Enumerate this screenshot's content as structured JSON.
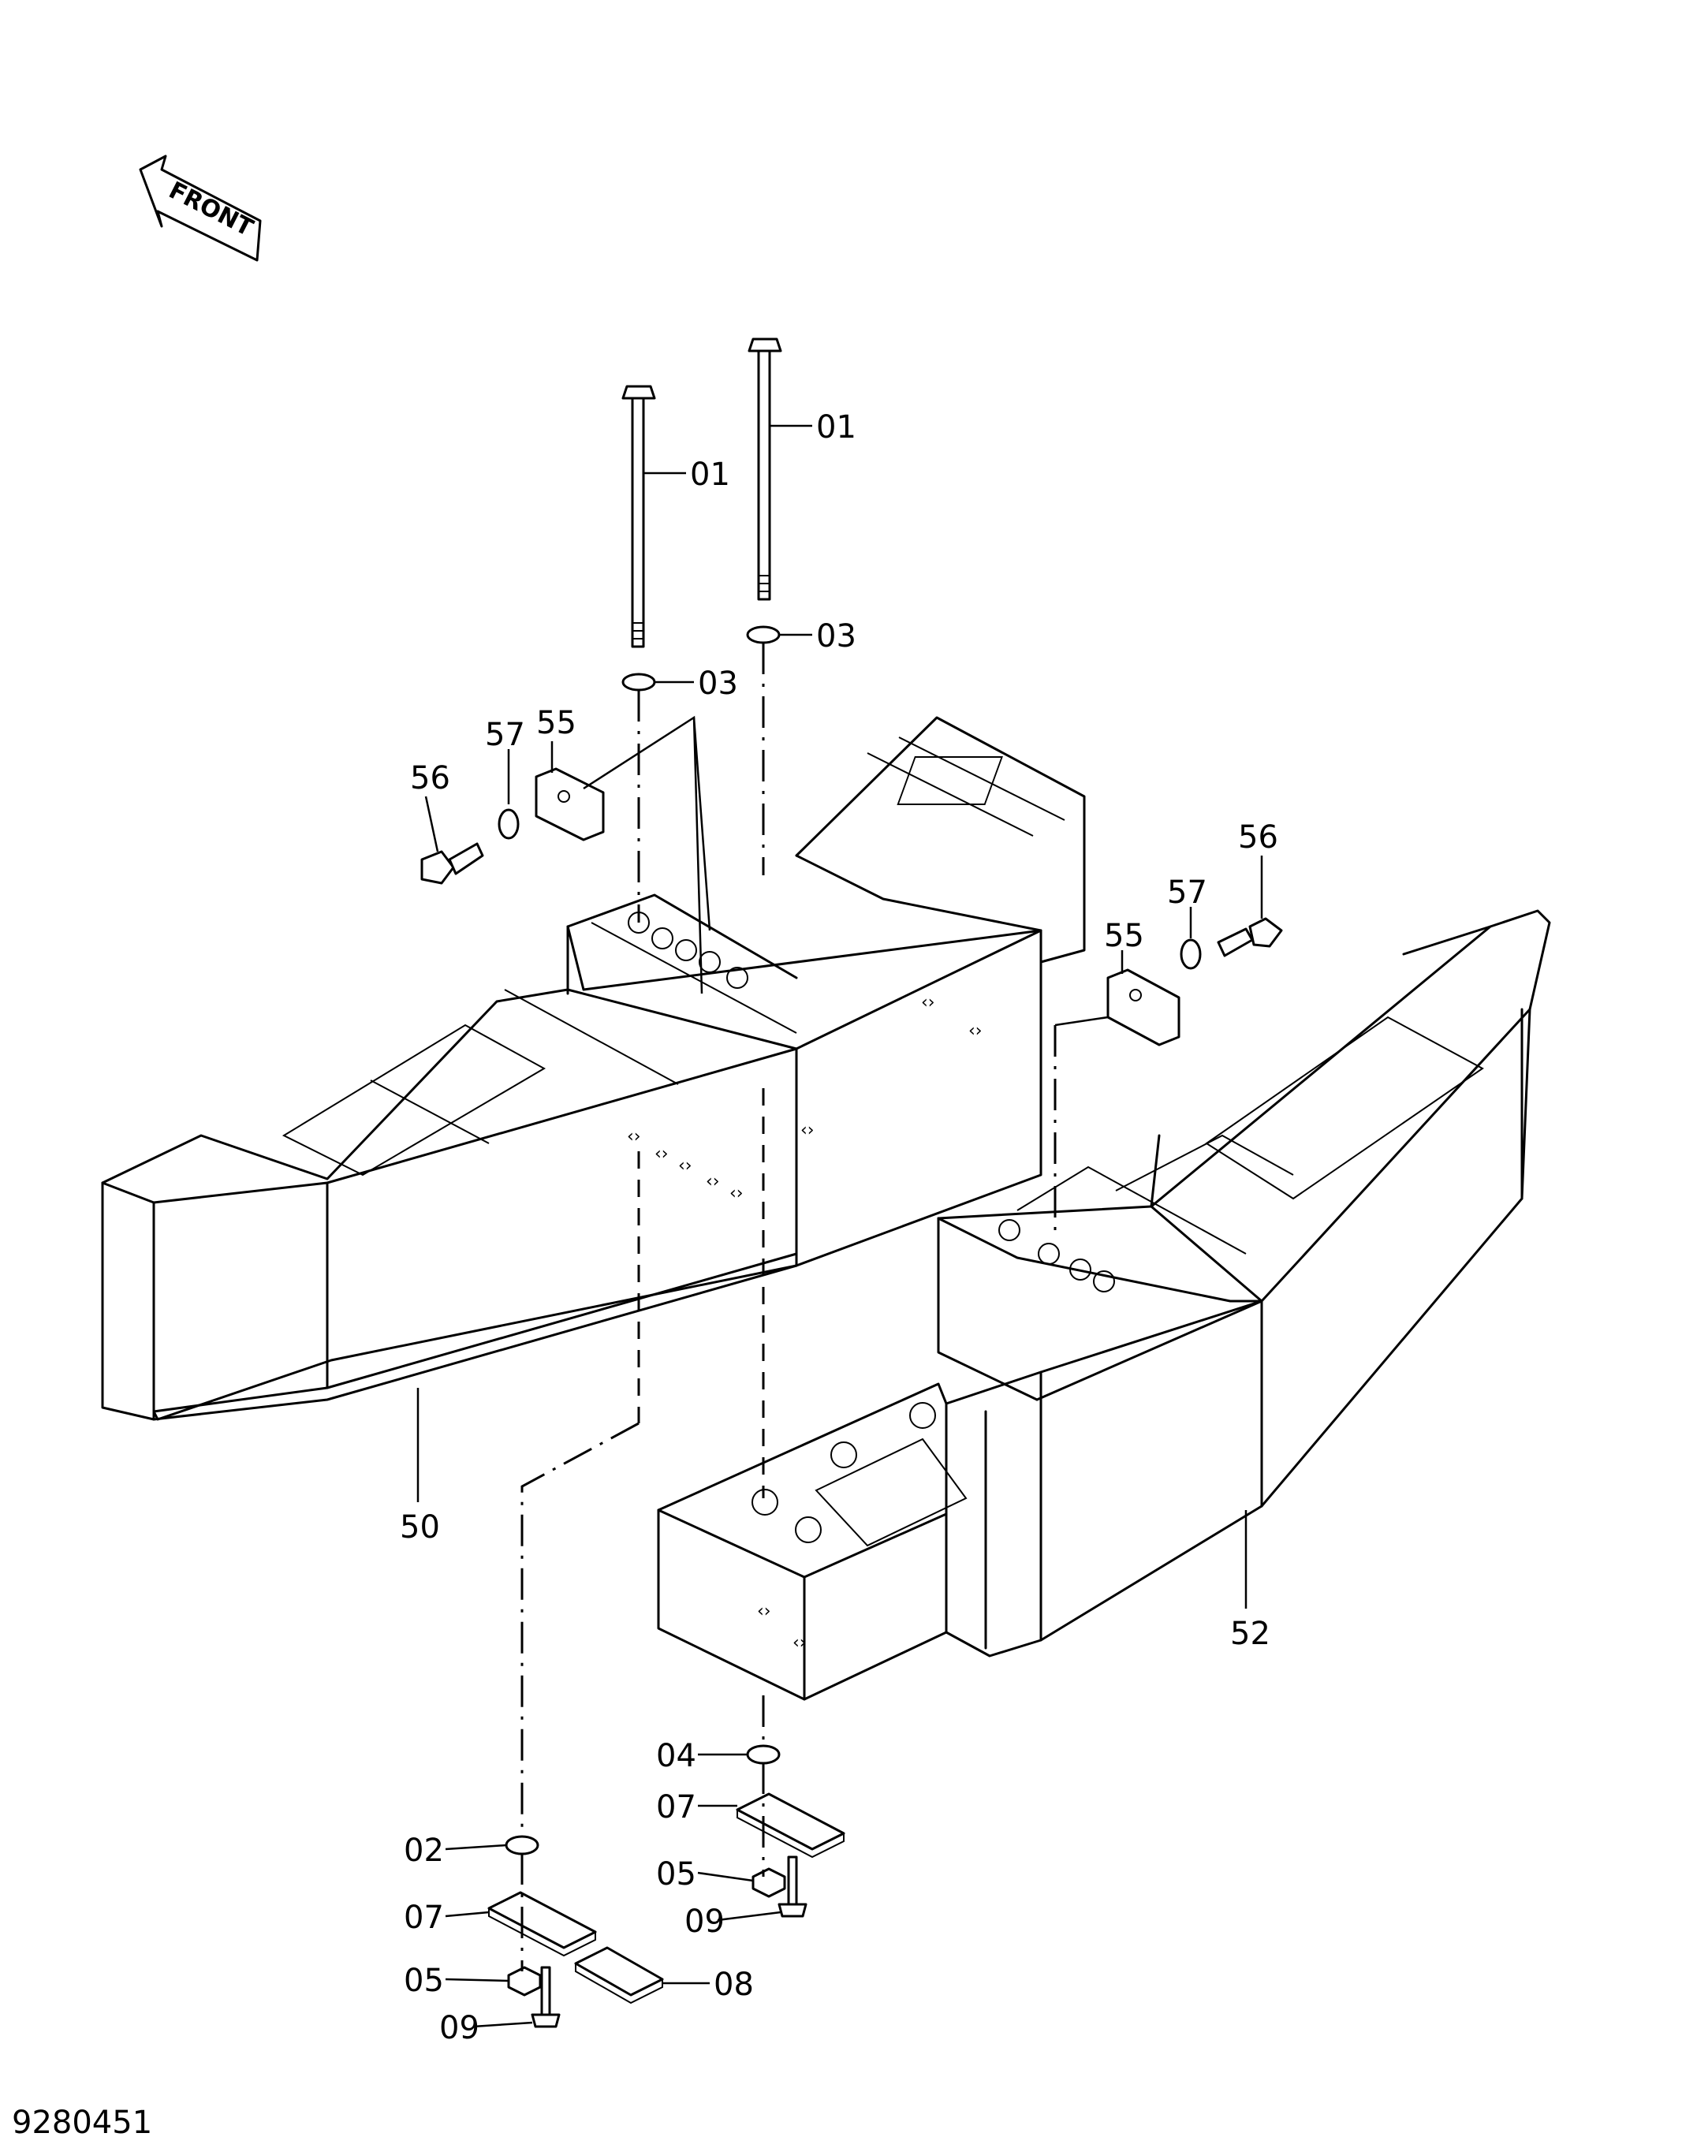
{
  "drawing_number": "9280451",
  "front_indicator": {
    "text": "FRONT",
    "icon": "front-arrow-icon"
  },
  "callouts": [
    {
      "id": "c01a",
      "text": "01"
    },
    {
      "id": "c01b",
      "text": "01"
    },
    {
      "id": "c03a",
      "text": "03"
    },
    {
      "id": "c03b",
      "text": "03"
    },
    {
      "id": "c55a",
      "text": "55"
    },
    {
      "id": "c57a",
      "text": "57"
    },
    {
      "id": "c56a",
      "text": "56"
    },
    {
      "id": "c55b",
      "text": "55"
    },
    {
      "id": "c57b",
      "text": "57"
    },
    {
      "id": "c56b",
      "text": "56"
    },
    {
      "id": "c50",
      "text": "50"
    },
    {
      "id": "c52",
      "text": "52"
    },
    {
      "id": "c04",
      "text": "04"
    },
    {
      "id": "c07a",
      "text": "07"
    },
    {
      "id": "c05a",
      "text": "05"
    },
    {
      "id": "c09a",
      "text": "09"
    },
    {
      "id": "c02",
      "text": "02"
    },
    {
      "id": "c07b",
      "text": "07"
    },
    {
      "id": "c05b",
      "text": "05"
    },
    {
      "id": "c08",
      "text": "08"
    },
    {
      "id": "c09b",
      "text": "09"
    }
  ]
}
